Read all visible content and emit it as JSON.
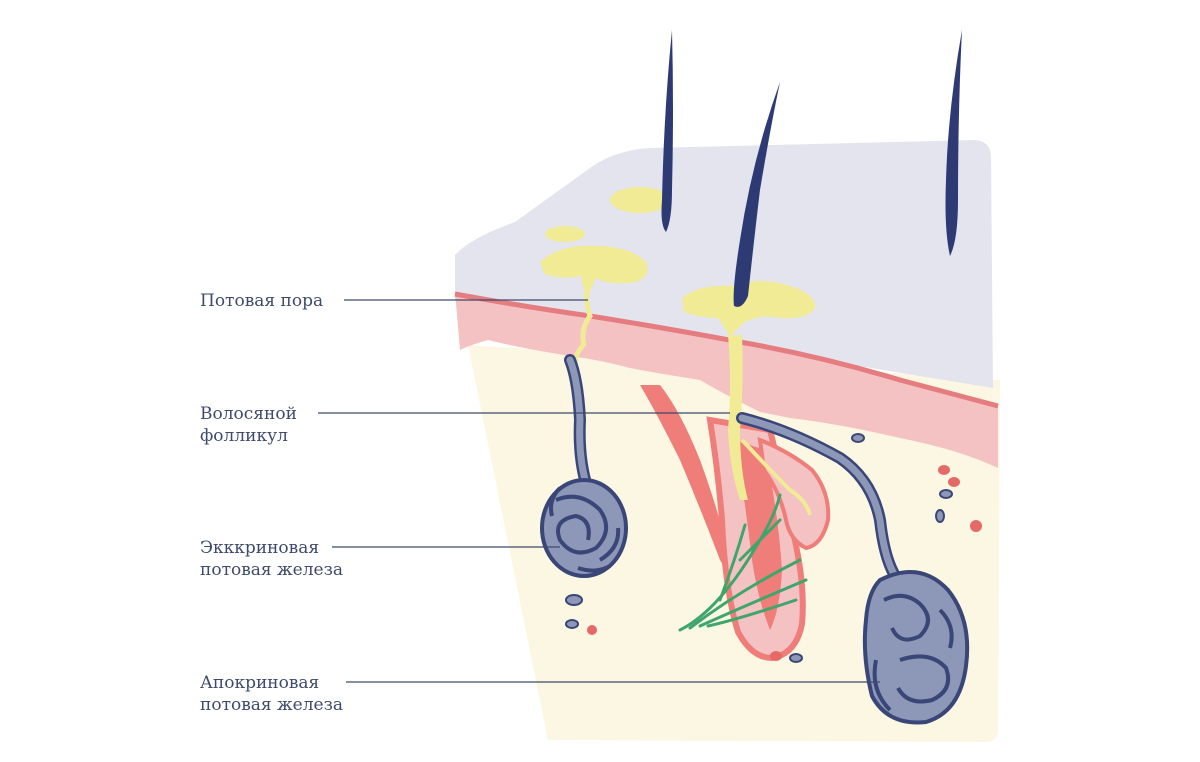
{
  "colors": {
    "background": "#ffffff",
    "epidermis": "#e4e4ef",
    "dermis": "#f5c2c3",
    "dermis_line": "#e57d80",
    "hypodermis": "#fbf7e2",
    "hair": "#2e3a74",
    "sebum": "#f1eb96",
    "follicle": "#ef7d79",
    "gland": "#8d97b8",
    "gland_outline": "#3a4677",
    "nerve": "#3fa66b",
    "blood_cell": "#e56a67",
    "leader_line": "#3f4a6b"
  },
  "labels": {
    "sweat_pore": [
      "Потовая пора"
    ],
    "hair_follicle": [
      "Волосяной",
      "фолликул"
    ],
    "eccrine_gland": [
      "Экккриновая",
      "потовая железа"
    ],
    "apocrine_gland": [
      "Апокриновая",
      "потовая железа"
    ]
  }
}
